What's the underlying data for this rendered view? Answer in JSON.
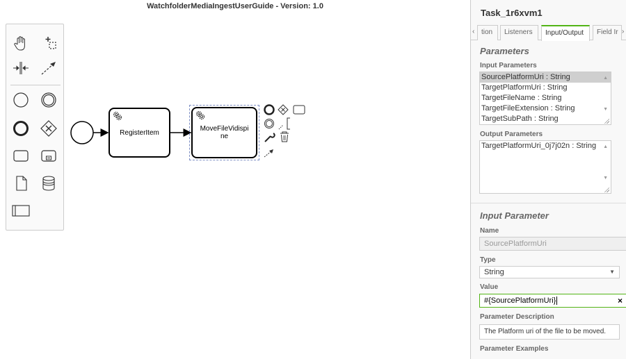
{
  "canvas": {
    "diagram_title": "WatchfolderMediaIngestUserGuide - Version: 1.0",
    "palette_tools": [
      "hand-tool",
      "lasso-tool",
      "space-tool",
      "global-connect-tool",
      "create-start-event",
      "create-intermediate-event",
      "create-end-event",
      "create-gateway",
      "create-task",
      "create-subprocess",
      "create-data-object",
      "create-data-store",
      "create-pool"
    ],
    "tasks": [
      {
        "label": "RegisterItem"
      },
      {
        "label": "MoveFileVidispi ne"
      }
    ]
  },
  "properties": {
    "element_id": "Task_1r6xvm1",
    "tabs": [
      "tion",
      "Listeners",
      "Input/Output",
      "Field Ir"
    ],
    "active_tab": "Input/Output",
    "parameters_header": "Parameters",
    "input_params_label": "Input Parameters",
    "input_params": [
      "SourcePlatformUri : String",
      "TargetPlatformUri : String",
      "TargetFileName : String",
      "TargetFileExtension : String",
      "TargetSubPath : String"
    ],
    "output_params_label": "Output Parameters",
    "output_params": [
      "TargetPlatformUri_0j7j02n : String"
    ],
    "input_param_header": "Input Parameter",
    "name_label": "Name",
    "name_value": "SourcePlatformUri",
    "type_label": "Type",
    "type_value": "String",
    "value_label": "Value",
    "value_value": "#{SourcePlatformUri}",
    "desc_label": "Parameter Description",
    "desc_value": "The Platform uri of the file to be moved.",
    "examples_label": "Parameter Examples",
    "accent_color": "#52b415"
  }
}
